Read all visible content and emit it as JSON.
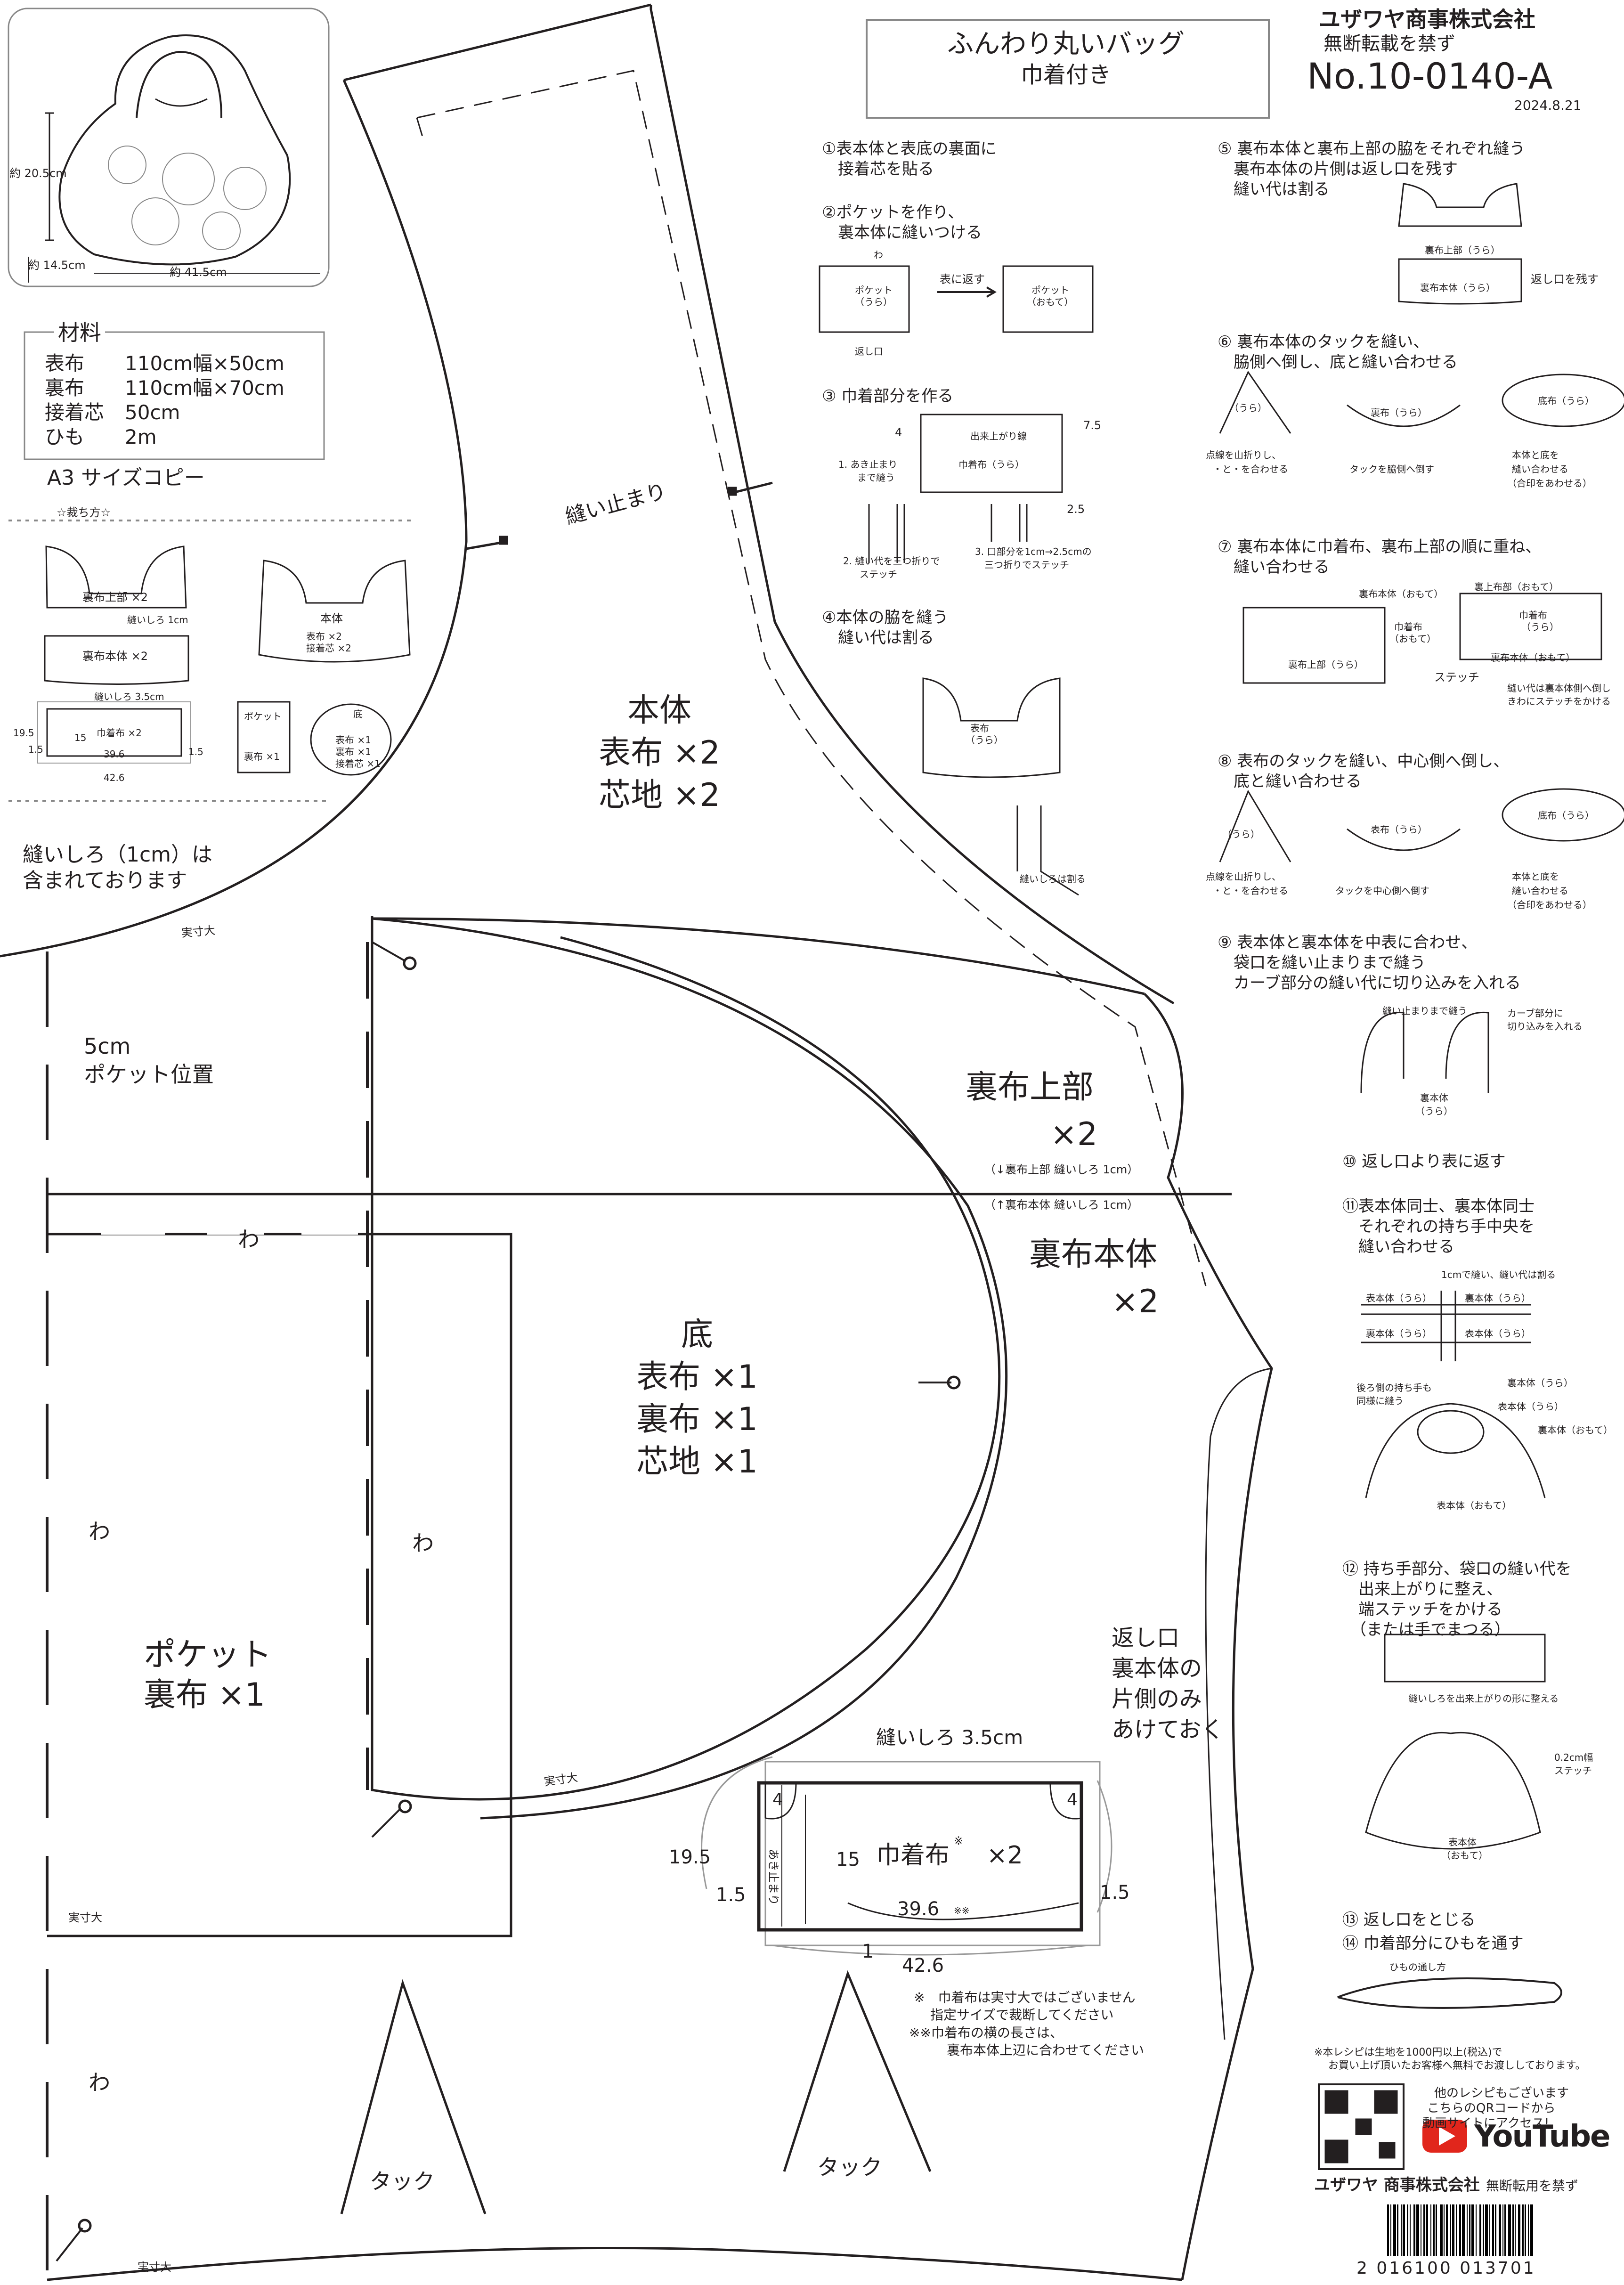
{
  "header": {
    "title": "ふんわり丸いバッグ",
    "subtitle": "巾着付き",
    "company": "ユザワヤ商事株式会社",
    "notice": "無断転載を禁ず",
    "number": "No.10-0140-A",
    "date": "2024.8.21"
  },
  "bag_illustration": {
    "height": "約 20.5cm",
    "depth": "約 14.5cm",
    "width": "約 41.5cm"
  },
  "materials": {
    "heading": "材料",
    "items": [
      {
        "name": "表布",
        "value": "110cm幅×50cm"
      },
      {
        "name": "裏布",
        "value": "110cm幅×70cm"
      },
      {
        "name": "接着芯",
        "value": "50cm"
      },
      {
        "name": "ひも",
        "value": "2m"
      }
    ],
    "copy_note": "A3 サイズコピー"
  },
  "layout": {
    "heading": "☆裁ち方☆",
    "upper_lining": "裏布上部 ×2",
    "seam_1cm": "縫いしろ 1cm",
    "lining_body": "裏布本体 ×2",
    "body_label": "本体",
    "body_a": "表布 ×2",
    "body_b": "接着芯 ×2",
    "seam_35": "縫いしろ 3.5cm",
    "dims": [
      "19.5",
      "1.5",
      "15",
      "39.6",
      "1.5",
      "42.6"
    ],
    "drawstring": "巾着布 ×2",
    "pocket": "ポケット",
    "pocket_qty": "裏布 ×1",
    "bottom": "底",
    "bottom_a": "表布 ×1",
    "bottom_b": "裏布 ×1",
    "bottom_c": "接着芯 ×1"
  },
  "pattern": {
    "seam_note_1": "縫いしろ（1cm）は",
    "seam_note_2": "含まれております",
    "stop_label": "縫い止まり",
    "body_title": "本体",
    "body_q1": "表布 ×2",
    "body_q2": "芯地 ×2",
    "actual_size": "実寸大",
    "pocket_pos_1": "5cm",
    "pocket_pos_2": "ポケット位置",
    "fold": "わ",
    "upper_title": "裏布上部",
    "upper_qty": "×2",
    "upper_seam": "（↓裏布上部 縫いしろ 1cm）",
    "lower_seam": "（↑裏布本体 縫いしろ 1cm）",
    "lining_body_title": "裏布本体",
    "lining_body_qty": "×2",
    "bottom_title": "底",
    "bottom_q1": "表布 ×1",
    "bottom_q2": "裏布 ×1",
    "bottom_q3": "芯地 ×1",
    "pocket_title": "ポケット",
    "pocket_qty": "裏布 ×1",
    "return_1": "返し口",
    "return_2": "裏本体の",
    "return_3": "片側のみ",
    "return_4": "あけておく",
    "ds_seam": "縫いしろ 3.5cm",
    "ds_title": "巾着布",
    "ds_mark": "※",
    "ds_qty": "×2",
    "ds_opening": "あき止まり",
    "ds_dims": {
      "top_l": "4",
      "top_r": "4",
      "h": "19.5",
      "w1": "1.5",
      "inner_h": "15",
      "w": "39.6",
      "w_mark": "※※",
      "r": "1.5",
      "b": "1",
      "total": "42.6"
    },
    "note_1": "※　巾着布は実寸大ではございません",
    "note_2": "指定サイズで裁断してください",
    "note_3": "※※巾着布の横の長さは、",
    "note_4": "裏布本体上辺に合わせてください",
    "tuck": "タック"
  },
  "steps_left": [
    {
      "lines": [
        "①表本体と表底の裏面に",
        "　接着芯を貼る"
      ]
    },
    {
      "lines": [
        "②ポケットを作り、",
        "　裏本体に縫いつける"
      ]
    },
    {
      "lines": [
        "③ 巾着部分を作る"
      ]
    },
    {
      "lines": [
        "④本体の脇を縫う",
        "　縫い代は割る"
      ]
    }
  ],
  "step2_labels": {
    "wa": "わ",
    "pocket_ura": "ポケット",
    "ura": "（うら）",
    "return": "返し口",
    "turn": "表に返す",
    "pocket_omote": "ポケット",
    "omote": "（おもて）"
  },
  "step3_labels": {
    "n4": "4",
    "finish_line": "出来上がり線",
    "n75": "7.5",
    "open": "1. あき止まり",
    "open2": "まで縫う",
    "ds": "巾着布（うら）",
    "n25": "2.5",
    "fold3": "2. 縫い代を三つ折りで",
    "fold3b": "ステッチ",
    "tube": "3. 口部分を1cm→2.5cmの",
    "tube2": "三つ折りでステッチ"
  },
  "step4_labels": {
    "front": "表布",
    "ura": "（うら）",
    "split": "縫いしろは割る"
  },
  "steps_right": [
    {
      "lines": [
        "⑤ 裏布本体と裏布上部の脇をそれぞれ縫う",
        "　裏布本体の片側は返し口を残す",
        "　縫い代は割る"
      ]
    },
    {
      "lines": [
        "⑥ 裏布本体のタックを縫い、",
        "　脇側へ倒し、底と縫い合わせる"
      ]
    },
    {
      "lines": [
        "⑦ 裏布本体に巾着布、裏布上部の順に重ね、",
        "　縫い合わせる"
      ]
    },
    {
      "lines": [
        "⑧ 表布のタックを縫い、中心側へ倒し、",
        "　底と縫い合わせる"
      ]
    },
    {
      "lines": [
        "⑨ 表本体と裏本体を中表に合わせ、",
        "　袋口を縫い止まりまで縫う",
        "　カーブ部分の縫い代に切り込みを入れる"
      ]
    },
    {
      "lines": [
        "⑩ 返し口より表に返す"
      ]
    },
    {
      "lines": [
        "⑪表本体同士、裏本体同士",
        "　それぞれの持ち手中央を",
        "　縫い合わせる"
      ]
    },
    {
      "lines": [
        "⑫ 持ち手部分、袋口の縫い代を",
        "　出来上がりに整え、",
        "　端ステッチをかける",
        "　（または手でまつる）"
      ]
    },
    {
      "lines": [
        "⑬ 返し口をとじる"
      ]
    },
    {
      "lines": [
        "⑭ 巾着部分にひもを通す"
      ]
    }
  ],
  "step_right_labels": {
    "s5_upper": "裏布上部（うら）",
    "s5_body": "裏布本体（うら）",
    "s5_return": "返し口を残す",
    "s6_ura": "（うら）",
    "s6_fold": "点線を山折りし、",
    "s6_fold2": "・と・を合わせる",
    "s6_body": "裏布（うら）",
    "s6_tuck": "タックを脇側へ倒す",
    "s6_bottom": "底布（うら）",
    "s6_join": "本体と底を",
    "s6_join2": "縫い合わせる",
    "s6_join3": "（合印をあわせる）",
    "s7_body_omote": "裏布本体（おもて）",
    "s7_ds": "巾着布",
    "s7_ds2": "（おもて）",
    "s7_upper_ura": "裏布上部（うら）",
    "s7_upper_omote": "裏上布部（おもて）",
    "s7_ds3": "巾着布",
    "s7_ds4": "（うら）",
    "s7_body_omote2": "裏布本体（おもて）",
    "s7_stitch": "ステッチ",
    "s7_note1": "縫い代は裏本体側へ倒し",
    "s7_note2": "きわにステッチをかける",
    "s8_ura": "（うら）",
    "s8_fold": "点線を山折りし、",
    "s8_fold2": "・と・を合わせる",
    "s8_front": "表布（うら）",
    "s8_tuck": "タックを中心側へ倒す",
    "s8_bottom": "底布（うら）",
    "s8_join": "本体と底を",
    "s8_join2": "縫い合わせる",
    "s8_join3": "（合印をあわせる）",
    "s9_stop": "縫い止まりまで縫う",
    "s9_curve": "カーブ部分に",
    "s9_curve2": "切り込みを入れる",
    "s9_body": "裏本体",
    "s9_ura": "（うら）",
    "s11_sew": "1cmで縫い、縫い代は割る",
    "s11_a": "表本体（うら）",
    "s11_b": "裏本体（うら）",
    "s11_c": "裏本体（うら）",
    "s11_d": "表本体（うら）",
    "s11_back": "後ろ側の持ち手も",
    "s11_back2": "同様に縫う",
    "s11_e": "裏本体（うら）",
    "s11_f": "表本体（うら）",
    "s11_g": "裏本体（おもて）",
    "s11_h": "表本体（おもて）",
    "s12_fold": "縫いしろを出来上がりの形に整える",
    "s12_stitch": "0.2cm幅",
    "s12_stitch2": "ステッチ",
    "s12_body": "表本体",
    "s12_omote": "（おもて）",
    "s14_cord": "ひもの通し方"
  },
  "footer": {
    "note_1": "※本レシピは生地を1000円以上(税込)で",
    "note_2": "お買い上げ頂いたお客様へ無料でお渡ししております。",
    "more_1": "他のレシピもございます",
    "more_2": "こちらのQRコードから",
    "more_3": "動画サイトにアクセス!",
    "youtube": "YouTube",
    "company": "ユザワヤ 商事株式会社",
    "notice": "無断転用を禁ず",
    "barcode": "2 016100 013701"
  }
}
